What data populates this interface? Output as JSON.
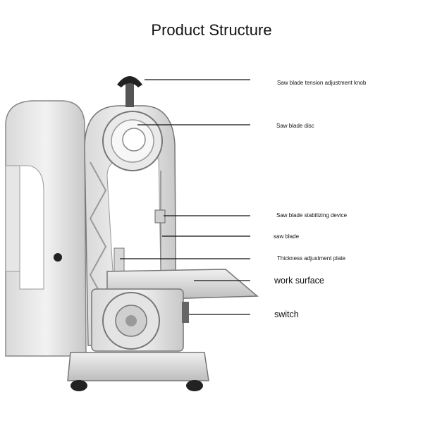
{
  "title": "Product Structure",
  "labels": {
    "tension_knob": "Saw blade tension adjustment knob",
    "blade_disc": "Saw blade disc",
    "stabilizing_device": "Saw blade stabilizing device",
    "saw_blade": "saw blade",
    "thickness_plate": "Thickness adjustment plate",
    "work_surface": "work surface",
    "switch": "switch"
  }
}
